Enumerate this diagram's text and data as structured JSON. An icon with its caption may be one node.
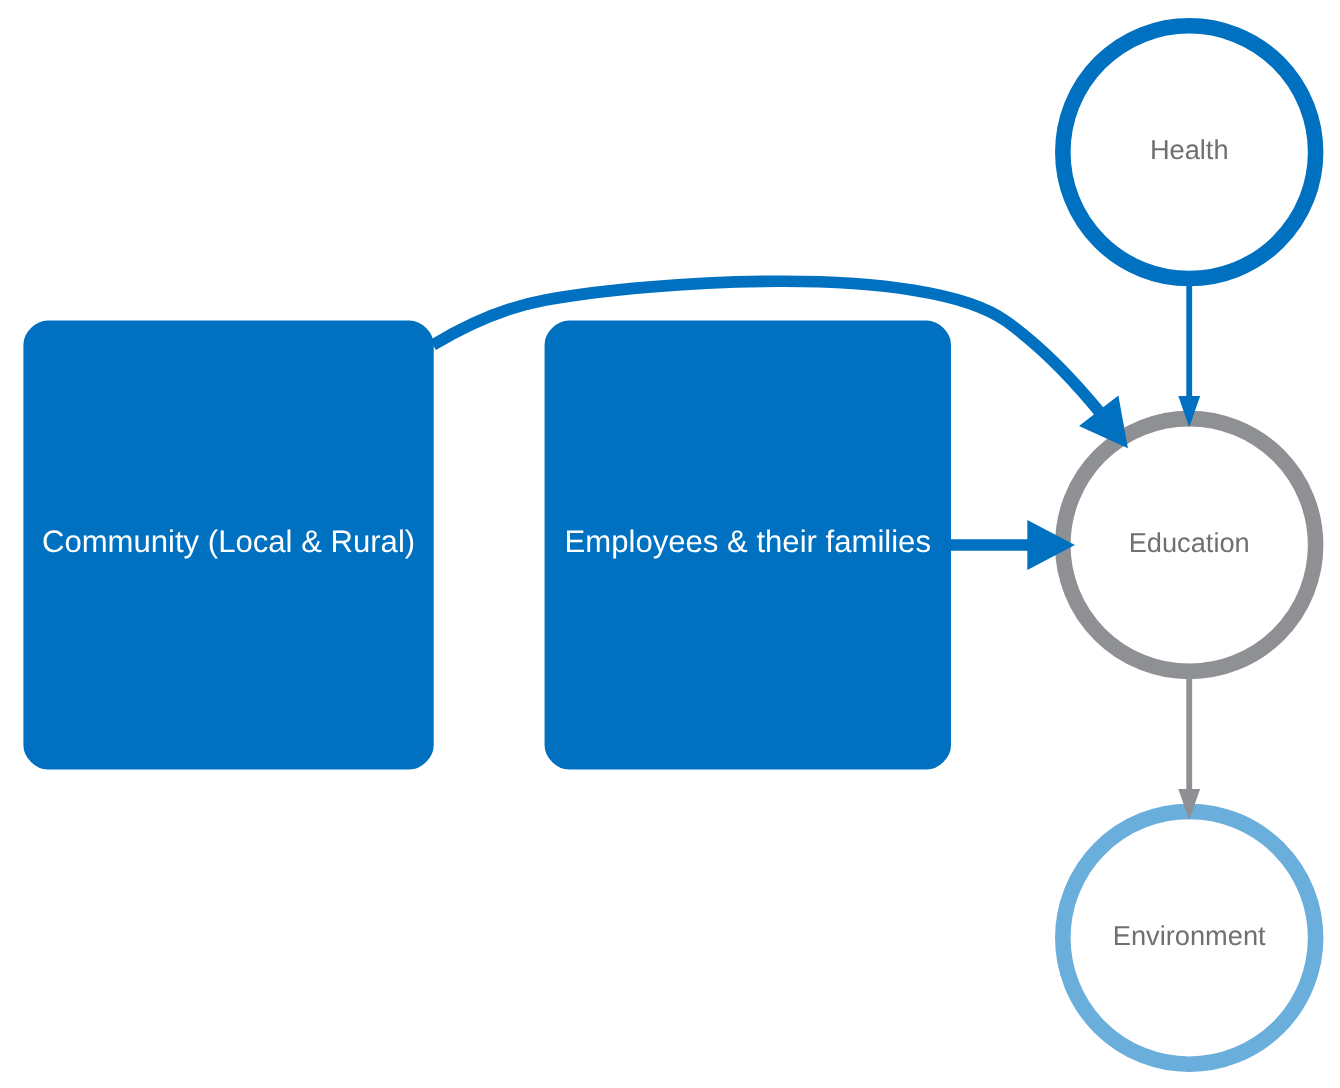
{
  "diagram": {
    "nodes": [
      {
        "text": [
          "Community (Local & Rural)"
        ]
      },
      {
        "text": [
          "Health"
        ]
      },
      {
        "text": [
          "Education"
        ]
      },
      {
        "text": [
          "Environment"
        ]
      },
      {
        "text": [
          "Employees & their families"
        ]
      }
    ],
    "edges": [
      {
        "from": 0,
        "to": 2,
        "arrow": "to",
        "style": "thick"
      },
      {
        "from": 4,
        "to": 2,
        "arrow": "to",
        "style": "thick"
      },
      {
        "from": 1,
        "to": 2,
        "arrow": "to"
      },
      {
        "from": 2,
        "to": 3,
        "arrow": "to",
        "color": "#8e9094"
      }
    ]
  }
}
